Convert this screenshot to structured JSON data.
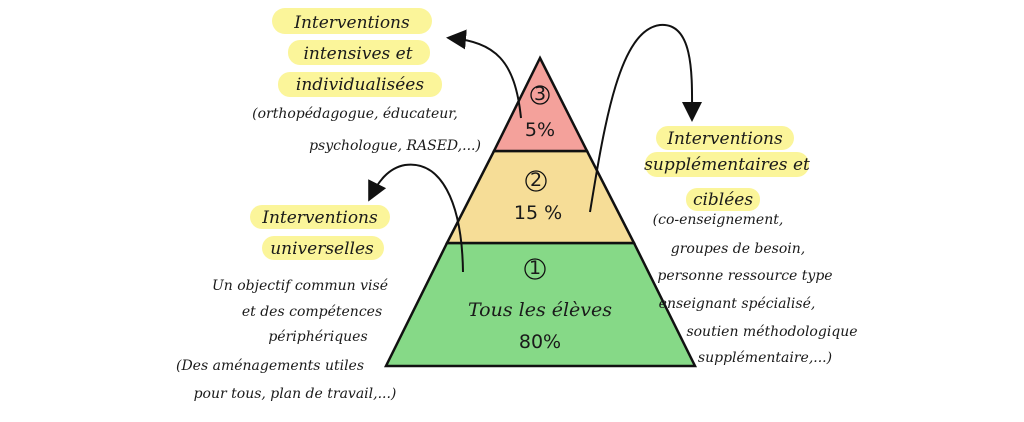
{
  "colors": {
    "level3": "#f4a19b",
    "level2": "#f6dd97",
    "level1": "#86d987",
    "highlight": "#fbf59a",
    "outline": "#111111"
  },
  "pyramid": {
    "level3": {
      "number": "3",
      "percent": "5%"
    },
    "level2": {
      "number": "2",
      "percent": "15 %"
    },
    "level1": {
      "number": "1",
      "label": "Tous les élèves",
      "percent": "80%"
    }
  },
  "intensive": {
    "title": [
      "Interventions",
      "intensives et",
      "individualisées"
    ],
    "desc": [
      "(orthopédagogue, éducateur,",
      "psychologue, RASED,...)"
    ]
  },
  "supplementary": {
    "title": [
      "Interventions",
      "supplémentaires et",
      "ciblées"
    ],
    "desc": [
      "(co-enseignement,",
      "groupes de besoin,",
      "personne ressource type",
      "enseignant spécialisé,",
      "soutien méthodologique",
      "supplémentaire,...)"
    ]
  },
  "universal": {
    "title": [
      "Interventions",
      "universelles"
    ],
    "desc": [
      "Un objectif commun visé",
      "et des compétences",
      "périphériques",
      "(Des aménagements utiles",
      "pour tous, plan de travail,...)"
    ]
  }
}
